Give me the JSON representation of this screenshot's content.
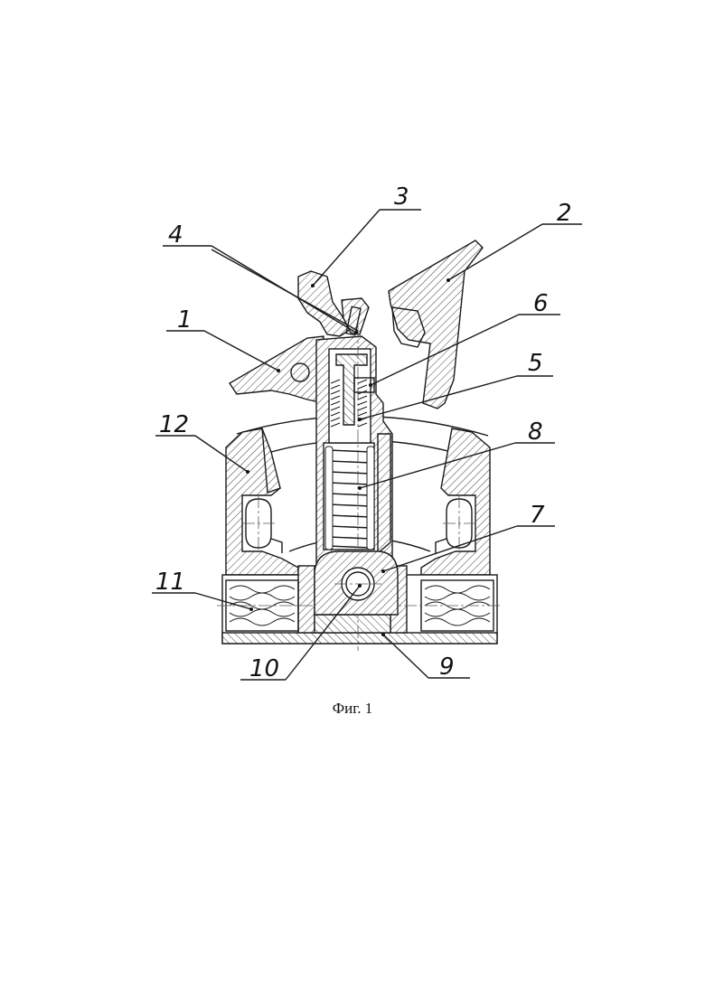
{
  "figure": {
    "caption": "Фиг. 1",
    "callouts": [
      {
        "id": "c1",
        "label": "1"
      },
      {
        "id": "c2",
        "label": "2"
      },
      {
        "id": "c3",
        "label": "3"
      },
      {
        "id": "c4",
        "label": "4"
      },
      {
        "id": "c5",
        "label": "5"
      },
      {
        "id": "c6",
        "label": "6"
      },
      {
        "id": "c7",
        "label": "7"
      },
      {
        "id": "c8",
        "label": "8"
      },
      {
        "id": "c9",
        "label": "9"
      },
      {
        "id": "c10",
        "label": "10"
      },
      {
        "id": "c11",
        "label": "11"
      },
      {
        "id": "c12",
        "label": "12"
      }
    ]
  }
}
